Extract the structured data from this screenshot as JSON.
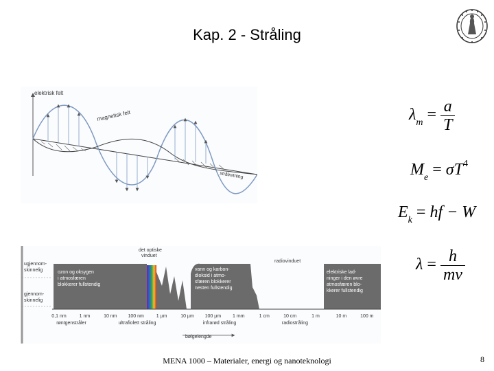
{
  "slide": {
    "title": "Kap. 2 - Stråling",
    "footer": "MENA 1000 – Materialer, energi og nanoteknologi",
    "page_number": "8"
  },
  "wave_figure": {
    "label_electric": "elektrisk felt",
    "label_magnetic": "magnetisk felt",
    "label_direction": "strålretning"
  },
  "spectrum_figure": {
    "label_opaque": "ugjennom-\nskinnelig",
    "label_transparent": "gjennom-\nskinnelig",
    "label_optical_window": "det optiske vinduet",
    "label_radio_window": "radiovinduet",
    "text_ozone": "ozon og oksygen i atmosfæren blokkerer fullstendig",
    "text_water": "vann og karbon-dioksid i atmo-sfæren blokkerer nesten fullstendig",
    "text_electric": "elektriske lad-ninger i den øvre atmosfæren blo-kkerer fullstendig",
    "wavelengths": [
      "0,1 nm",
      "1 nm",
      "10 nm",
      "100 nm",
      "1 µm",
      "10 µm",
      "100 µm",
      "1 mm",
      "1 cm",
      "10 cm",
      "1 m",
      "10 m",
      "100 m"
    ],
    "regions": [
      "røntgenstråler",
      "ultrafiolett stråling",
      "infrarød stråling",
      "radiostråling"
    ],
    "axis_label": "bølgelengde"
  },
  "equations": {
    "eq1": {
      "lhs": "λ",
      "sub": "m",
      "numerator": "a",
      "denominator": "T"
    },
    "eq2": {
      "lhs": "M",
      "sub": "e",
      "rhs": "σT",
      "sup": "4"
    },
    "eq3": {
      "lhs": "E",
      "sub": "k",
      "rhs": "hf − W"
    },
    "eq4": {
      "lhs": "λ",
      "numerator": "h",
      "denominator": "mv"
    }
  }
}
